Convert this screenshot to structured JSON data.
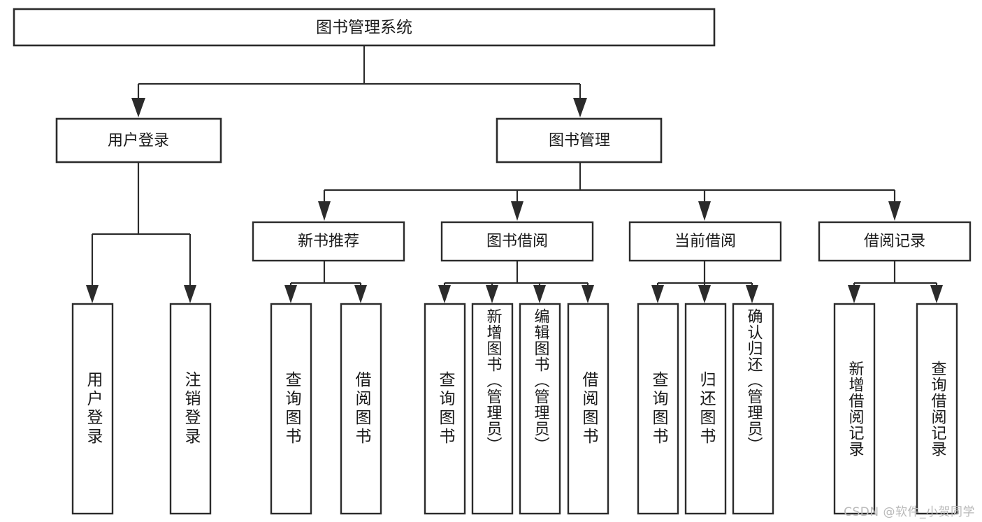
{
  "diagram": {
    "type": "tree-hierarchy",
    "title": "图书管理系统",
    "orientation": "top-down",
    "colors": {
      "background": "#ffffff",
      "box_stroke": "#2b2b2b",
      "box_fill": "#ffffff",
      "text": "#1a1a1a",
      "connector": "#2b2b2b",
      "watermark": "#b9b9b9"
    },
    "root": {
      "label": "图书管理系统",
      "name": "node-root-system"
    },
    "level1": [
      {
        "label": "用户登录",
        "name": "node-user-login"
      },
      {
        "label": "图书管理",
        "name": "node-book-management"
      }
    ],
    "level2": [
      {
        "label": "新书推荐",
        "name": "node-new-book-recommend"
      },
      {
        "label": "图书借阅",
        "name": "node-book-borrow"
      },
      {
        "label": "当前借阅",
        "name": "node-current-borrow"
      },
      {
        "label": "借阅记录",
        "name": "node-borrow-record"
      }
    ],
    "leaves": {
      "user_login": [
        {
          "label": "用户登录",
          "name": "leaf-user-login"
        },
        {
          "label": "注销登录",
          "name": "leaf-logout"
        }
      ],
      "new_book_recommend": [
        {
          "label": "查询图书",
          "name": "leaf-query-book-recommend"
        },
        {
          "label": "借阅图书",
          "name": "leaf-borrow-book-recommend"
        }
      ],
      "book_borrow": [
        {
          "label": "查询图书",
          "name": "leaf-query-book-borrow"
        },
        {
          "label": "新增图书（管理员）",
          "name": "leaf-add-book-admin"
        },
        {
          "label": "编辑图书（管理员）",
          "name": "leaf-edit-book-admin"
        },
        {
          "label": "借阅图书",
          "name": "leaf-borrow-book"
        }
      ],
      "current_borrow": [
        {
          "label": "查询图书",
          "name": "leaf-query-book-current"
        },
        {
          "label": "归还图书",
          "name": "leaf-return-book"
        },
        {
          "label": "确认归还（管理员）",
          "name": "leaf-confirm-return-admin"
        }
      ],
      "borrow_record": [
        {
          "label": "新增借阅记录",
          "name": "leaf-add-borrow-record"
        },
        {
          "label": "查询借阅记录",
          "name": "leaf-query-borrow-record"
        }
      ]
    },
    "watermark": "CSDN @软件_小贺同学"
  }
}
